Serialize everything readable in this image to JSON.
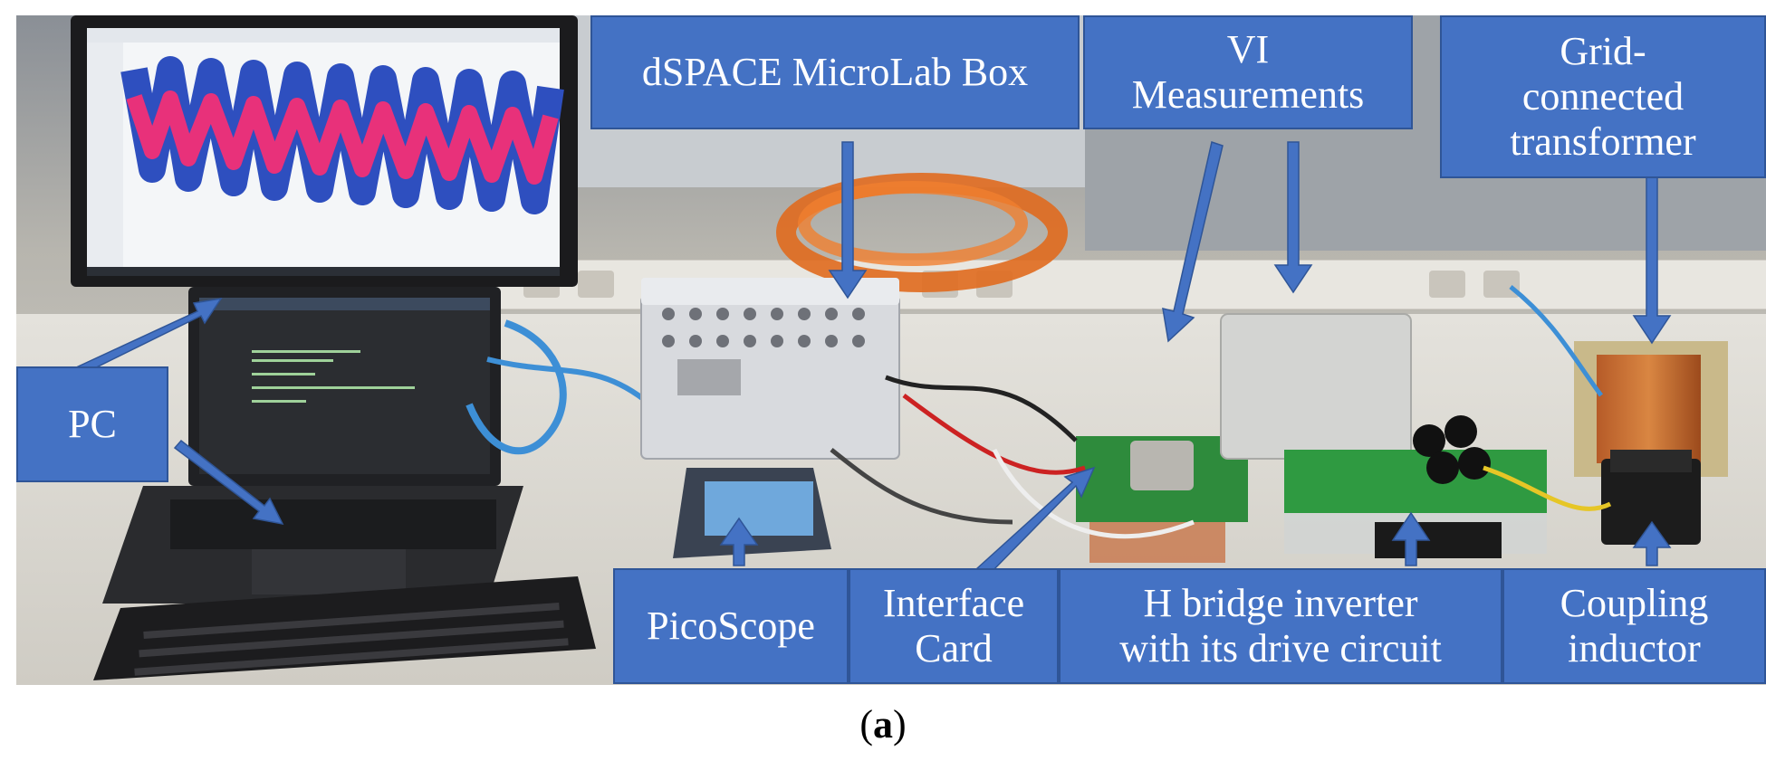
{
  "labels": {
    "dspace": "dSPACE MicroLab Box",
    "vi": "VI\nMeasurements",
    "grid": "Grid-\nconnected\ntransformer",
    "pc": "PC",
    "picoscope": "PicoScope",
    "interface": "Interface\nCard",
    "hbridge": "H bridge inverter\nwith its drive circuit",
    "coupling": "Coupling\ninductor"
  },
  "caption": {
    "open": "(",
    "letter": "a",
    "close": ")"
  },
  "colors": {
    "label_fill": "#4472C4",
    "label_border": "#2F5597",
    "arrow": "#4472C4",
    "waveform_blue": "#2E4FBF",
    "waveform_pink": "#E8317A"
  }
}
